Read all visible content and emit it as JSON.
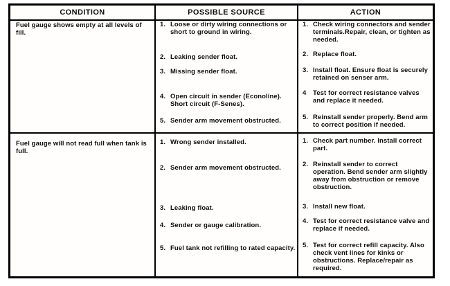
{
  "colors": {
    "border": "#000000",
    "text": "#0e0e0e",
    "background": "#ffffff"
  },
  "table": {
    "headers": {
      "condition": "CONDITION",
      "source": "POSSIBLE SOURCE",
      "action": "ACTION"
    },
    "rows": [
      {
        "condition": "Fuel gauge shows empty at all levels of fill.",
        "sources": [
          {
            "num": "1.",
            "text": "Loose or dirty wiring connections or short to ground in wiring."
          },
          {
            "num": "2.",
            "text": "Leaking sender float."
          },
          {
            "num": "3.",
            "text": "Missing sender float."
          },
          {
            "num": "4.",
            "text": "Open circuit in sender (Econoline). Short circuit (F-Senes)."
          },
          {
            "num": "5.",
            "text": "Sender arm movement obstructed."
          }
        ],
        "actions": [
          {
            "num": "1.",
            "text": "Check wiring connectors and sender terminals.Repair, clean, or tighten as needed."
          },
          {
            "num": "2.",
            "text": "Replace float."
          },
          {
            "num": "3.",
            "text": "Install float. Ensure float is securely retained on senser arm."
          },
          {
            "num": "4",
            "text": "Test for correct resistance valves and replace it needed."
          },
          {
            "num": "5.",
            "text": "Reinstall sender properly. Bend arm to correct position if needed."
          }
        ]
      },
      {
        "condition": "Fuel gauge will not read full when tank is full.",
        "sources": [
          {
            "num": "1.",
            "text": "Wrong sender installed."
          },
          {
            "num": "2.",
            "text": "Sender arm movement obstructed."
          },
          {
            "num": "3.",
            "text": "Leaking float."
          },
          {
            "num": "4.",
            "text": "Sender or gauge calibration."
          },
          {
            "num": "5.",
            "text": "Fuel tank not refilling to rated capacity."
          }
        ],
        "actions": [
          {
            "num": "1.",
            "text": "Check part number. Install correct part."
          },
          {
            "num": "2.",
            "text": "Reinstall sender to correct operation. Bend sender arm slightly away from obstruction or remove obstruction."
          },
          {
            "num": "3.",
            "text": "Install new float."
          },
          {
            "num": "4.",
            "text": "Test for correct resistance valve and replace if needed."
          },
          {
            "num": "5.",
            "text": "Test for correct refill capacity. Also check vent lines for kinks or obstructions. Replace/repair as required."
          }
        ]
      }
    ]
  }
}
